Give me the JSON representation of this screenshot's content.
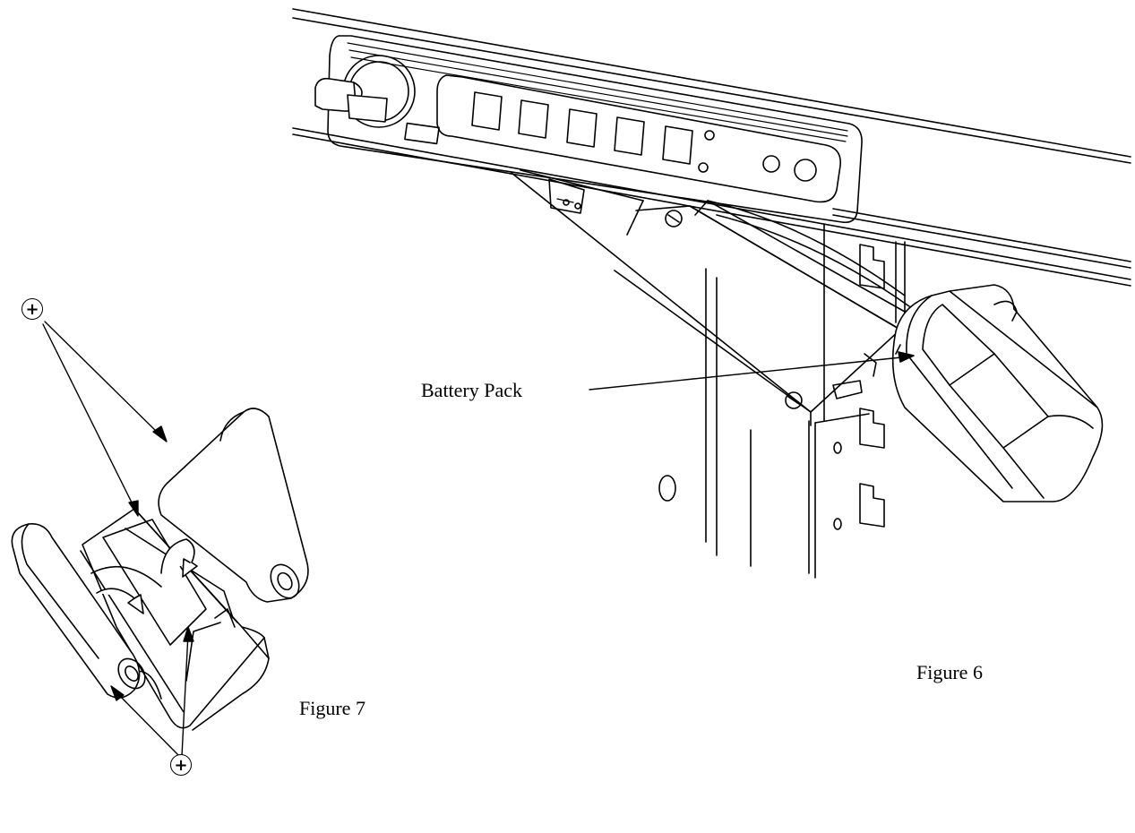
{
  "figure6": {
    "caption": "Figure 6",
    "battery_label": "Battery Pack"
  },
  "figure7": {
    "caption": "Figure 7",
    "polarity_symbol": "+"
  },
  "colors": {
    "line": "#000000",
    "background": "#ffffff"
  }
}
